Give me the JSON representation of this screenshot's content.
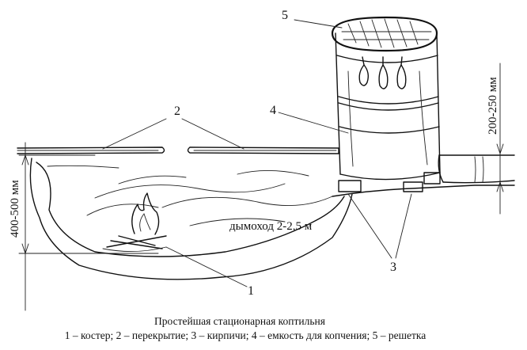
{
  "callouts": {
    "n1": "1",
    "n2": "2",
    "n3": "3",
    "n4": "4",
    "n5": "5"
  },
  "labels": {
    "chimney": "дымоход 2-2,5 м",
    "depth": "400-500 мм",
    "height": "200-250 мм"
  },
  "caption": {
    "title": "Простейшая стационарная коптильня",
    "legend": "1 – костер; 2 – перекрытие; 3 – кирпичи; 4 – емкость для копчения; 5 – решетка"
  }
}
